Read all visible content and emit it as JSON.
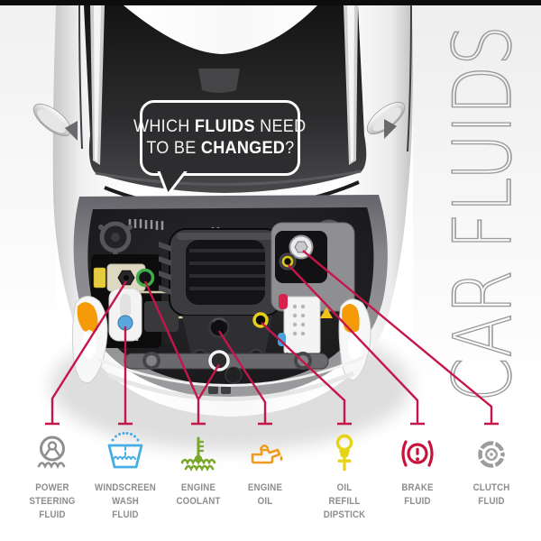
{
  "vertical_title": "CAR FLUIDS",
  "speech_bubble": {
    "line1_light": "WHICH ",
    "line1_bold": "FLUIDS",
    "line1_tail": " NEED",
    "line2_light": "TO BE ",
    "line2_bold": "CHANGED",
    "line2_tail": "?"
  },
  "colors": {
    "leader_line": "#c5164a",
    "bubble_background": "#2d2d2f",
    "bubble_border": "#ffffff",
    "label_gray": "#8d8d8d",
    "title_outline": "#9b9b9b"
  },
  "fluids": {
    "items": [
      {
        "name": "power-steering-fluid",
        "icon": "power-steering-icon",
        "color": "#8f8f8f",
        "lines": [
          "POWER",
          "STEERING",
          "FLUID"
        ]
      },
      {
        "name": "windscreen-wash-fluid",
        "icon": "windscreen-wash-icon",
        "color": "#47ade2",
        "lines": [
          "WINDSCREEN",
          "WASH",
          "FLUID"
        ]
      },
      {
        "name": "engine-coolant",
        "icon": "engine-coolant-icon",
        "color": "#7aa62a",
        "lines": [
          "ENGINE",
          "COOLANT"
        ]
      },
      {
        "name": "engine-oil",
        "icon": "engine-oil-icon",
        "color": "#f09b1e",
        "lines": [
          "ENGINE",
          "OIL"
        ]
      },
      {
        "name": "oil-refill-dipstick",
        "icon": "oil-dipstick-icon",
        "color": "#e6d414",
        "lines": [
          "OIL",
          "REFILL",
          "DIPSTICK"
        ]
      },
      {
        "name": "brake-fluid",
        "icon": "brake-warning-icon",
        "color": "#c8143c",
        "lines": [
          "BRAKE",
          "FLUID"
        ]
      },
      {
        "name": "clutch-fluid",
        "icon": "clutch-disc-icon",
        "color": "#9c9c9c",
        "lines": [
          "CLUTCH",
          "FLUID"
        ]
      }
    ]
  }
}
